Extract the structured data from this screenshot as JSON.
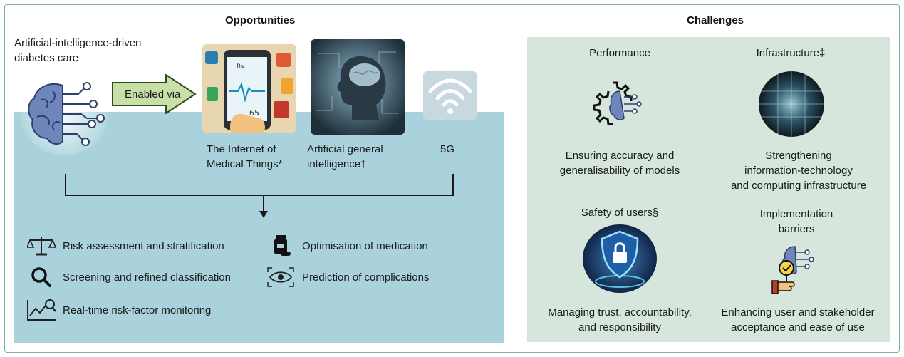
{
  "opportunities": {
    "heading": "Opportunities",
    "intro_line1": "Artificial-intelligence-driven",
    "intro_line2": "diabetes care",
    "arrow_label": "Enabled via",
    "enablers": [
      {
        "line1": "The Internet of",
        "line2": "Medical Things*"
      },
      {
        "line1": "Artificial general",
        "line2": "intelligence†"
      },
      {
        "line1": "5G",
        "line2": ""
      }
    ],
    "outcomes": [
      {
        "label": "Risk assessment and stratification",
        "icon": "scales-icon"
      },
      {
        "label": "Screening and refined classification",
        "icon": "magnifier-icon"
      },
      {
        "label": "Real-time risk-factor monitoring",
        "icon": "monitoring-chart-icon"
      },
      {
        "label": "Optimisation of medication",
        "icon": "medication-bottle-icon"
      },
      {
        "label": "Prediction of complications",
        "icon": "eye-scan-icon"
      }
    ]
  },
  "challenges": {
    "heading": "Challenges",
    "items": [
      {
        "title": "Performance",
        "line1": "Ensuring accuracy and",
        "line2": "generalisability of models",
        "line3": "",
        "icon": "gear-brain-icon"
      },
      {
        "title": "Infrastructure‡",
        "line1": "Strengthening",
        "line2": "information-technology",
        "line3": "and computing infrastructure",
        "icon": "data-globe-icon"
      },
      {
        "title": "Safety of users§",
        "line1": "Managing trust, accountability,",
        "line2": "and responsibility",
        "line3": "",
        "icon": "shield-lock-icon"
      },
      {
        "title_line1": "Implementation",
        "title_line2": "barriers",
        "line1": "Enhancing user and stakeholder",
        "line2": "acceptance and ease of use",
        "line3": "",
        "icon": "hand-brain-check-icon"
      }
    ]
  },
  "colors": {
    "border": "#7fb0a8",
    "opportunity_panel": "#a9d2dc",
    "challenge_panel": "#d6e6dc",
    "arrow_fill": "#c9dfa8"
  }
}
